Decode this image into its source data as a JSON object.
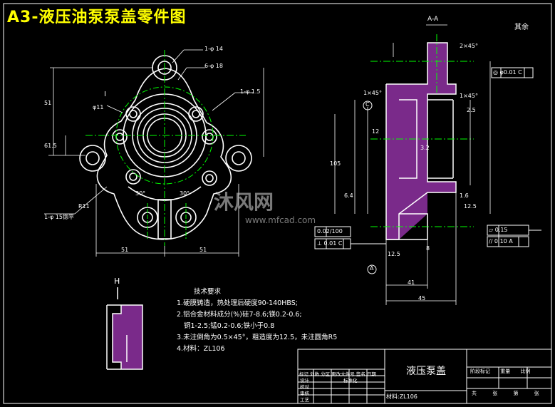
{
  "title": "A3-液压油泵泵盖零件图",
  "section_label": "A-A",
  "roughness_note": "其余",
  "watermark": {
    "brand": "沐风网",
    "url": "www.mfcad.com"
  },
  "detail_label": "H",
  "leader_I": "I",
  "front_view": {
    "callouts": [
      "1-φ 14",
      "6-φ 18",
      "1-φ 1.5",
      "φ11",
      "1-φ 15锪平",
      "30°",
      "30°"
    ],
    "dims": [
      "51",
      "51",
      "51",
      "61.5",
      "R11"
    ]
  },
  "section_view": {
    "callouts": [
      "C",
      "A",
      "◎ φ0.01 C",
      "0.02/100",
      "⊥ 0.01 C",
      "▱ 0.15",
      "// 0.10 A"
    ],
    "dims": [
      "1×45°",
      "2×45°",
      "1×45°",
      "2.5",
      "45",
      "41",
      "105",
      "12",
      "12.5",
      "12.5",
      "3.2",
      "6.4",
      "8",
      "1.6"
    ]
  },
  "tech_req": {
    "heading": "技术要求",
    "lines": [
      "1.硬膜铸造，热处理后硬度90-140HBS;",
      "2.铝合金材料成分(%)硅7-8.6;镁0.2-0.6;",
      "铜1-2.5;锰0.2-0.6;铁小于0.8",
      "3.未注倒角为0.5×45°，粗造度为12.5，未注圆角R5",
      "4.材料：ZL106"
    ]
  },
  "title_block": {
    "part_name": "液压泵盖",
    "material": "材料:ZL106",
    "header_labels": [
      "标记",
      "处数",
      "分区",
      "更改文件号",
      "签名",
      "日期"
    ],
    "roles": [
      "设计",
      "校对",
      "审核",
      "工艺"
    ],
    "std_label": "标准化",
    "right_labels": [
      "阶段标记",
      "重量",
      "比例"
    ],
    "sheet_labels": [
      "共",
      "张",
      "第",
      "张"
    ]
  }
}
